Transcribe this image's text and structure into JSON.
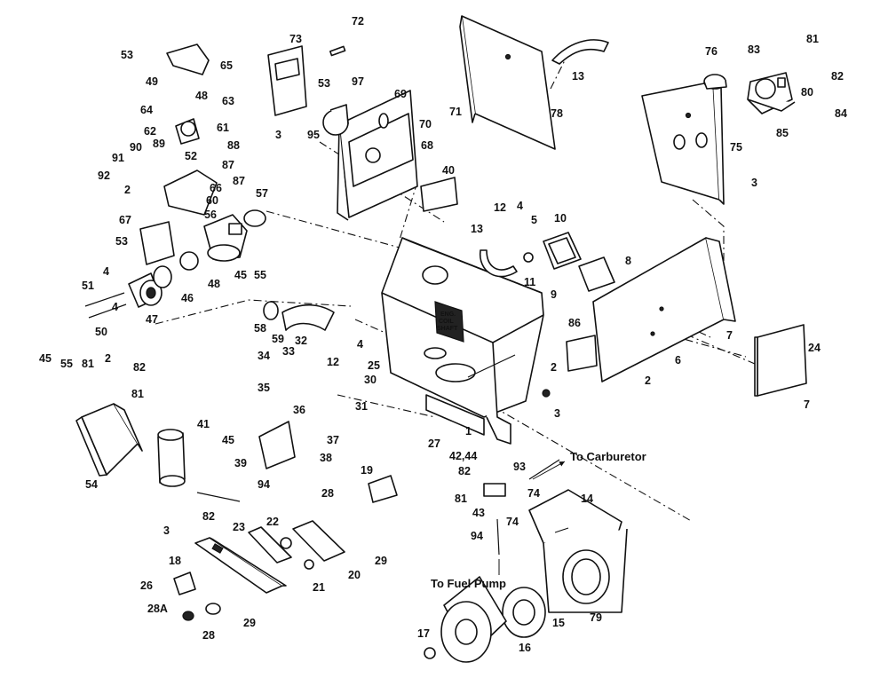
{
  "labels": [
    "53",
    "65",
    "49",
    "48",
    "64",
    "63",
    "62",
    "61",
    "52",
    "91",
    "90",
    "89",
    "92",
    "88",
    "87",
    "87",
    "2",
    "66",
    "60",
    "67",
    "56",
    "57",
    "53",
    "45",
    "55",
    "4",
    "51",
    "46",
    "48",
    "4",
    "50",
    "47",
    "73",
    "72",
    "97",
    "53",
    "95",
    "3",
    "69",
    "70",
    "71",
    "68",
    "78",
    "13",
    "76",
    "83",
    "81",
    "82",
    "80",
    "84",
    "85",
    "75",
    "3",
    "40",
    "12",
    "4",
    "5",
    "10",
    "13",
    "11",
    "9",
    "8",
    "58",
    "59",
    "32",
    "33",
    "34",
    "35",
    "4",
    "12",
    "25",
    "30",
    "31",
    "36",
    "37",
    "38",
    "39",
    "2",
    "3",
    "1",
    "27",
    "42,44",
    "86",
    "7",
    "6",
    "2",
    "24",
    "7",
    "45",
    "55",
    "81",
    "2",
    "82",
    "81",
    "54",
    "41",
    "45",
    "94",
    "82",
    "19",
    "28",
    "22",
    "23",
    "3",
    "18",
    "26",
    "28A",
    "28",
    "29",
    "21",
    "20",
    "29",
    "93",
    "82",
    "81",
    "43",
    "74",
    "74",
    "94",
    "14",
    "79",
    "15",
    "16",
    "17"
  ],
  "callouts": {
    "to_carburetor": "To Carburetor",
    "to_fuel_pump": "To Fuel Pump"
  },
  "stencil": [
    "ENG.",
    "COIL",
    "SHAFT"
  ]
}
